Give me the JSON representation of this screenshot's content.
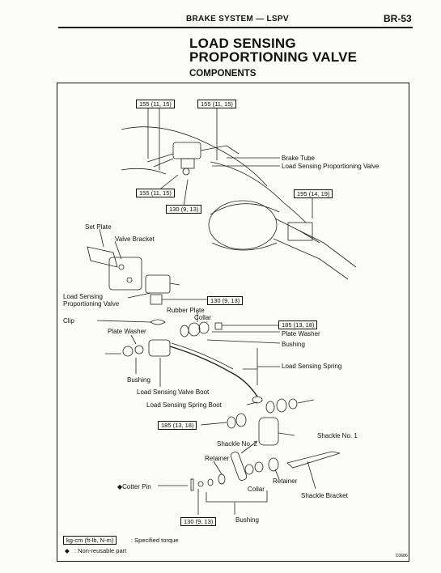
{
  "header": {
    "title": "BRAKE SYSTEM — LSPV",
    "page": "BR-53"
  },
  "title_line1": "LOAD SENSING",
  "title_line2": "PROPORTIONING VALVE",
  "subtitle": "COMPONENTS",
  "labels": {
    "brake_tube": "Brake Tube",
    "lspv_top": "Load Sensing Proportioning Valve",
    "set_plate": "Set Plate",
    "valve_bracket": "Valve Bracket",
    "lspv_left_1": "Load Sensing",
    "lspv_left_2": "Proportioning Valve",
    "rubber_plate": "Rubber Plate",
    "collar_top": "Collar",
    "clip": "Clip",
    "plate_washer_left": "Plate Washer",
    "plate_washer_right": "Plate Washer",
    "bushing_right": "Bushing",
    "load_sensing_spring": "Load Sensing Spring",
    "bushing_left": "Bushing",
    "valve_boot": "Load Sensing Valve Boot",
    "spring_boot": "Load Sensing Spring Boot",
    "shackle_no1": "Shackle No. 1",
    "shackle_no2": "Shackle No. 2",
    "retainer_left": "Retainer",
    "retainer_right": "Retainer",
    "collar_bottom": "Collar",
    "cotter_pin": "◆Cotter Pin",
    "shackle_bracket": "Shackle Bracket",
    "bushing_bottom": "Bushing"
  },
  "torques": {
    "t1": "155 (11, 15)",
    "t2": "155 (11, 15)",
    "t3": "155 (11, 15)",
    "t4": "130 (9, 13)",
    "t5": "195 (14, 19)",
    "t6": "130 (9, 13)",
    "t7": "185 (13, 18)",
    "t8": "185 (13, 18)",
    "t9": "130 (9, 13)"
  },
  "legend": {
    "unit": "kg-cm (ft-lb, N-m)",
    "unit_desc": ": Specified torque",
    "diamond": "◆",
    "diamond_desc": ":  Non-reusable part"
  },
  "figure_code": "D3686"
}
